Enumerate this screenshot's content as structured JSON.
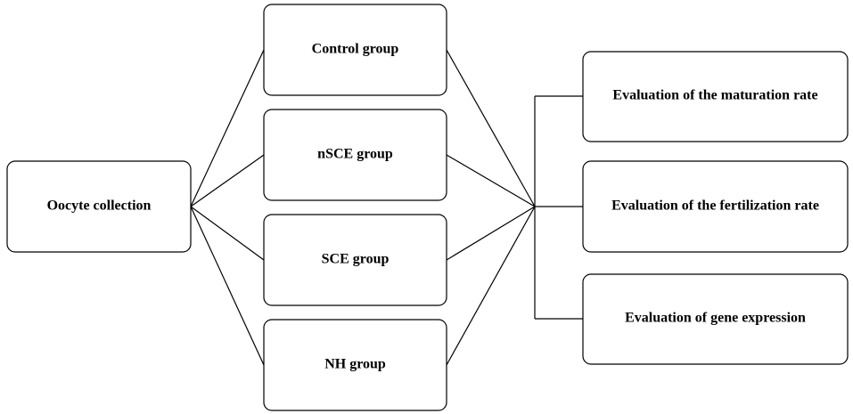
{
  "source": {
    "label": "Oocyte collection"
  },
  "groups": [
    {
      "label": "Control group"
    },
    {
      "label": "nSCE group"
    },
    {
      "label": "SCE group"
    },
    {
      "label": "NH group"
    }
  ],
  "evaluations": [
    {
      "label": "Evaluation of the maturation rate"
    },
    {
      "label": "Evaluation of the fertilization rate"
    },
    {
      "label": "Evaluation of gene expression"
    }
  ],
  "colors": {
    "stroke": "#000000",
    "fill": "#ffffff",
    "text": "#000000"
  }
}
